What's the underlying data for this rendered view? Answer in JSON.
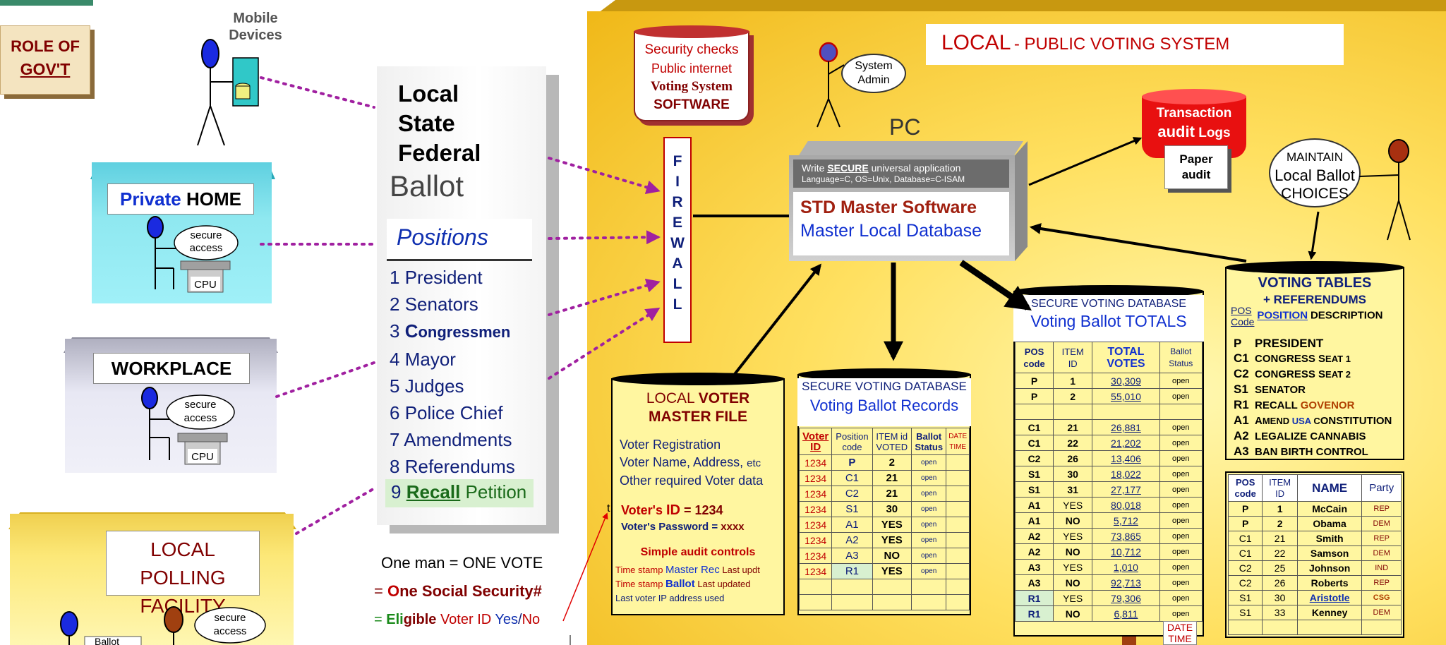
{
  "role": {
    "line1": "ROLE OF",
    "line2": "GOV'T"
  },
  "mobile": {
    "line1": "Mobile",
    "line2": "Devices"
  },
  "home": {
    "label_a": "Private",
    "label_b": "HOME",
    "bubble1": "secure",
    "bubble2": "access",
    "cpu": "CPU"
  },
  "work": {
    "label": "WORKPLACE",
    "bubble1": "secure",
    "bubble2": "access",
    "cpu": "CPU"
  },
  "poll": {
    "line1": "LOCAL",
    "line2": "POLLING FACILITY",
    "bubble1": "secure",
    "bubble2": "access",
    "ballot": "Ballot"
  },
  "ballot": {
    "levels": [
      "Local",
      "State",
      "Federal"
    ],
    "title": "Ballot",
    "positions_heading": "Positions",
    "positions": [
      {
        "num": "1",
        "a": "President",
        "b": ""
      },
      {
        "num": "2",
        "a": "Senators",
        "b": ""
      },
      {
        "num": "3",
        "a": "C",
        "b": "ongressmen"
      },
      {
        "num": "4",
        "a": "Mayor",
        "b": ""
      },
      {
        "num": "5",
        "a": "Judges",
        "b": ""
      },
      {
        "num": "6",
        "a": "Police Chief",
        "b": ""
      },
      {
        "num": "7",
        "a": "Amendments",
        "b": ""
      },
      {
        "num": "8",
        "a": "Referendums",
        "b": ""
      }
    ],
    "recall_num": "9",
    "recall_a": "Recall",
    "recall_b": "Petition"
  },
  "onevote": {
    "l1a": "One man",
    "l1b": "=",
    "l1c": "ONE VOTE",
    "l2a": "=",
    "l2b": "O",
    "l2c": "ne",
    "l2d": "Social Security#",
    "l3a": "=",
    "l3b": "Eli",
    "l3c": "gible",
    "l3d": "Voter ID",
    "l3e": "Yes",
    "l3f": "/",
    "l3g": "No"
  },
  "security": {
    "l1": "Security checks",
    "l2": "Public internet",
    "l3": "Voting System",
    "l4": "SOFTWARE"
  },
  "firewall": [
    "F",
    "I",
    "R",
    "E",
    "W",
    "A",
    "L",
    "L"
  ],
  "admin": {
    "l1": "System",
    "l2": "Admin"
  },
  "header": {
    "a": "LOCAL",
    "b": "- PUBLIC VOTING SYSTEM"
  },
  "pc": {
    "label": "PC",
    "write_a": "Write",
    "write_b": "SECURE",
    "write_c": "universal application",
    "lang": "Language=C,  OS=Unix,  Database=C-ISAM",
    "std": "STD Master Software",
    "mld": "Master Local Database"
  },
  "audit": {
    "l1": "Transaction",
    "l2a": "audit",
    "l2b": "Logs",
    "paper1": "Paper",
    "paper2": "audit"
  },
  "maintain": {
    "l1": "MAINTAIN",
    "l2": "Local Ballot",
    "l3": "CHOICES"
  },
  "voter": {
    "title_a": "LOCAL",
    "title_b": "VOTER",
    "title_c": "MASTER FILE",
    "reg": "Voter Registration",
    "name_a": "Voter Name, Address,",
    "name_b": "etc",
    "other": "Other required Voter data",
    "stray": "t",
    "id_a": "Voter's",
    "id_b": "ID",
    "id_c": "= 1234",
    "pw_a": "Voter's Password =",
    "pw_b": "xxxx",
    "audit_h": "Simple audit controls",
    "ts1a": "Time stamp",
    "ts1b": "Master Rec",
    "ts1c": "Last updt",
    "ts2a": "Time stamp",
    "ts2b": "Ballot",
    "ts2c": "Last updated",
    "ip": "Last voter IP address used"
  },
  "records": {
    "sub": "SECURE VOTING DATABASE",
    "title": "Voting Ballot Records",
    "headers": [
      [
        "Voter",
        "ID"
      ],
      [
        "Position",
        "code"
      ],
      [
        "ITEM id",
        "VOTED"
      ],
      [
        "Ballot",
        "Status"
      ],
      [
        "DATE",
        "TIME"
      ]
    ],
    "rows": [
      [
        "1234",
        "P",
        "2",
        "open",
        ""
      ],
      [
        "1234",
        "C1",
        "21",
        "open",
        ""
      ],
      [
        "1234",
        "C2",
        "21",
        "open",
        ""
      ],
      [
        "1234",
        "S1",
        "30",
        "open",
        ""
      ],
      [
        "1234",
        "A1",
        "YES",
        "open",
        ""
      ],
      [
        "1234",
        "A2",
        "YES",
        "open",
        ""
      ],
      [
        "1234",
        "A3",
        "NO",
        "open",
        ""
      ],
      [
        "1234",
        "R1",
        "YES",
        "open",
        ""
      ],
      [
        "",
        "",
        "",
        "",
        ""
      ],
      [
        "",
        "",
        "",
        "",
        ""
      ]
    ]
  },
  "totals": {
    "sub": "SECURE VOTING DATABASE",
    "title": "Voting Ballot TOTALS",
    "headers": [
      [
        "POS",
        "code"
      ],
      [
        "ITEM",
        "ID"
      ],
      [
        "TOTAL",
        "VOTES"
      ],
      [
        "Ballot",
        "Status"
      ]
    ],
    "rows": [
      [
        "P",
        "1",
        "30,309",
        "open"
      ],
      [
        "P",
        "2",
        "55,010",
        "open"
      ],
      [
        "",
        "",
        "",
        ""
      ],
      [
        "C1",
        "21",
        "26,881",
        "open"
      ],
      [
        "C1",
        "22",
        "21,202",
        "open"
      ],
      [
        "C2",
        "26",
        "13,406",
        "open"
      ],
      [
        "S1",
        "30",
        "18,022",
        "open"
      ],
      [
        "S1",
        "31",
        "27,177",
        "open"
      ],
      [
        "A1",
        "YES",
        "80,018",
        "open"
      ],
      [
        "A1",
        "NO",
        "5,712",
        "open"
      ],
      [
        "A2",
        "YES",
        "73,865",
        "open"
      ],
      [
        "A2",
        "NO",
        "10,712",
        "open"
      ],
      [
        "A3",
        "YES",
        "1,010",
        "open"
      ],
      [
        "A3",
        "NO",
        "92,713",
        "open"
      ],
      [
        "R1",
        "YES",
        "79,306",
        "open"
      ],
      [
        "R1",
        "NO",
        "6,811",
        "open"
      ]
    ],
    "datetime": [
      "DATE",
      "TIME"
    ]
  },
  "vtables": {
    "title": "VOTING TABLES",
    "sub": "+ REFERENDUMS",
    "pos_a": "POS",
    "pos_b": "Code",
    "position": "POSITION",
    "desc": "DESCRIPTION",
    "items": [
      {
        "code": "P",
        "parts": [
          [
            "PRESIDENT",
            "#000"
          ]
        ]
      },
      {
        "code": "C1",
        "parts": [
          [
            "CONGRESS S",
            "#000"
          ],
          [
            "EAT",
            "#000"
          ],
          [
            " 1",
            "#000"
          ]
        ]
      },
      {
        "code": "C2",
        "parts": [
          [
            "CONGRESS S",
            "#000"
          ],
          [
            "EAT",
            "#000"
          ],
          [
            " 2",
            "#000"
          ]
        ]
      },
      {
        "code": "S1",
        "parts": [
          [
            "SENATOR",
            "#000"
          ]
        ]
      },
      {
        "code": "R1",
        "parts": [
          [
            "RECALL",
            "#000"
          ],
          [
            "  GOVENOR",
            "#b04000"
          ]
        ]
      },
      {
        "code": "A1",
        "parts": [
          [
            "A",
            "#000"
          ],
          [
            "MEND ",
            "#000"
          ],
          [
            "USA",
            "#1030b0"
          ],
          [
            " C",
            "#000"
          ],
          [
            "ONSTITUTION",
            "#000"
          ]
        ]
      },
      {
        "code": "A2",
        "parts": [
          [
            "LEGALIZE CANNABIS",
            "#000"
          ]
        ]
      },
      {
        "code": "A3",
        "parts": [
          [
            "B",
            "#000"
          ],
          [
            "AN BIRTH CONTROL",
            "#000"
          ]
        ]
      }
    ]
  },
  "cands": {
    "headers": [
      [
        "POS",
        "code"
      ],
      [
        "ITEM",
        "ID"
      ],
      [
        "NAME",
        ""
      ],
      [
        "Party",
        ""
      ]
    ],
    "rows": [
      [
        "P",
        "1",
        "McCain",
        "REP"
      ],
      [
        "P",
        "2",
        "Obama",
        "DEM"
      ],
      [
        "C1",
        "21",
        "Smith",
        "REP"
      ],
      [
        "C1",
        "22",
        "Samson",
        "DEM"
      ],
      [
        "C2",
        "25",
        "Johnson",
        "IND"
      ],
      [
        "C2",
        "26",
        "Roberts",
        "REP"
      ],
      [
        "S1",
        "30",
        "Aristotle",
        "CSG"
      ],
      [
        "S1",
        "33",
        "Kenney",
        "DEM"
      ],
      [
        "",
        "",
        "",
        ""
      ]
    ]
  },
  "colors": {
    "dotted": "#a020a0",
    "red": "#c00000",
    "navy": "#10207a",
    "blue": "#1030d0",
    "darkred": "#800000"
  }
}
